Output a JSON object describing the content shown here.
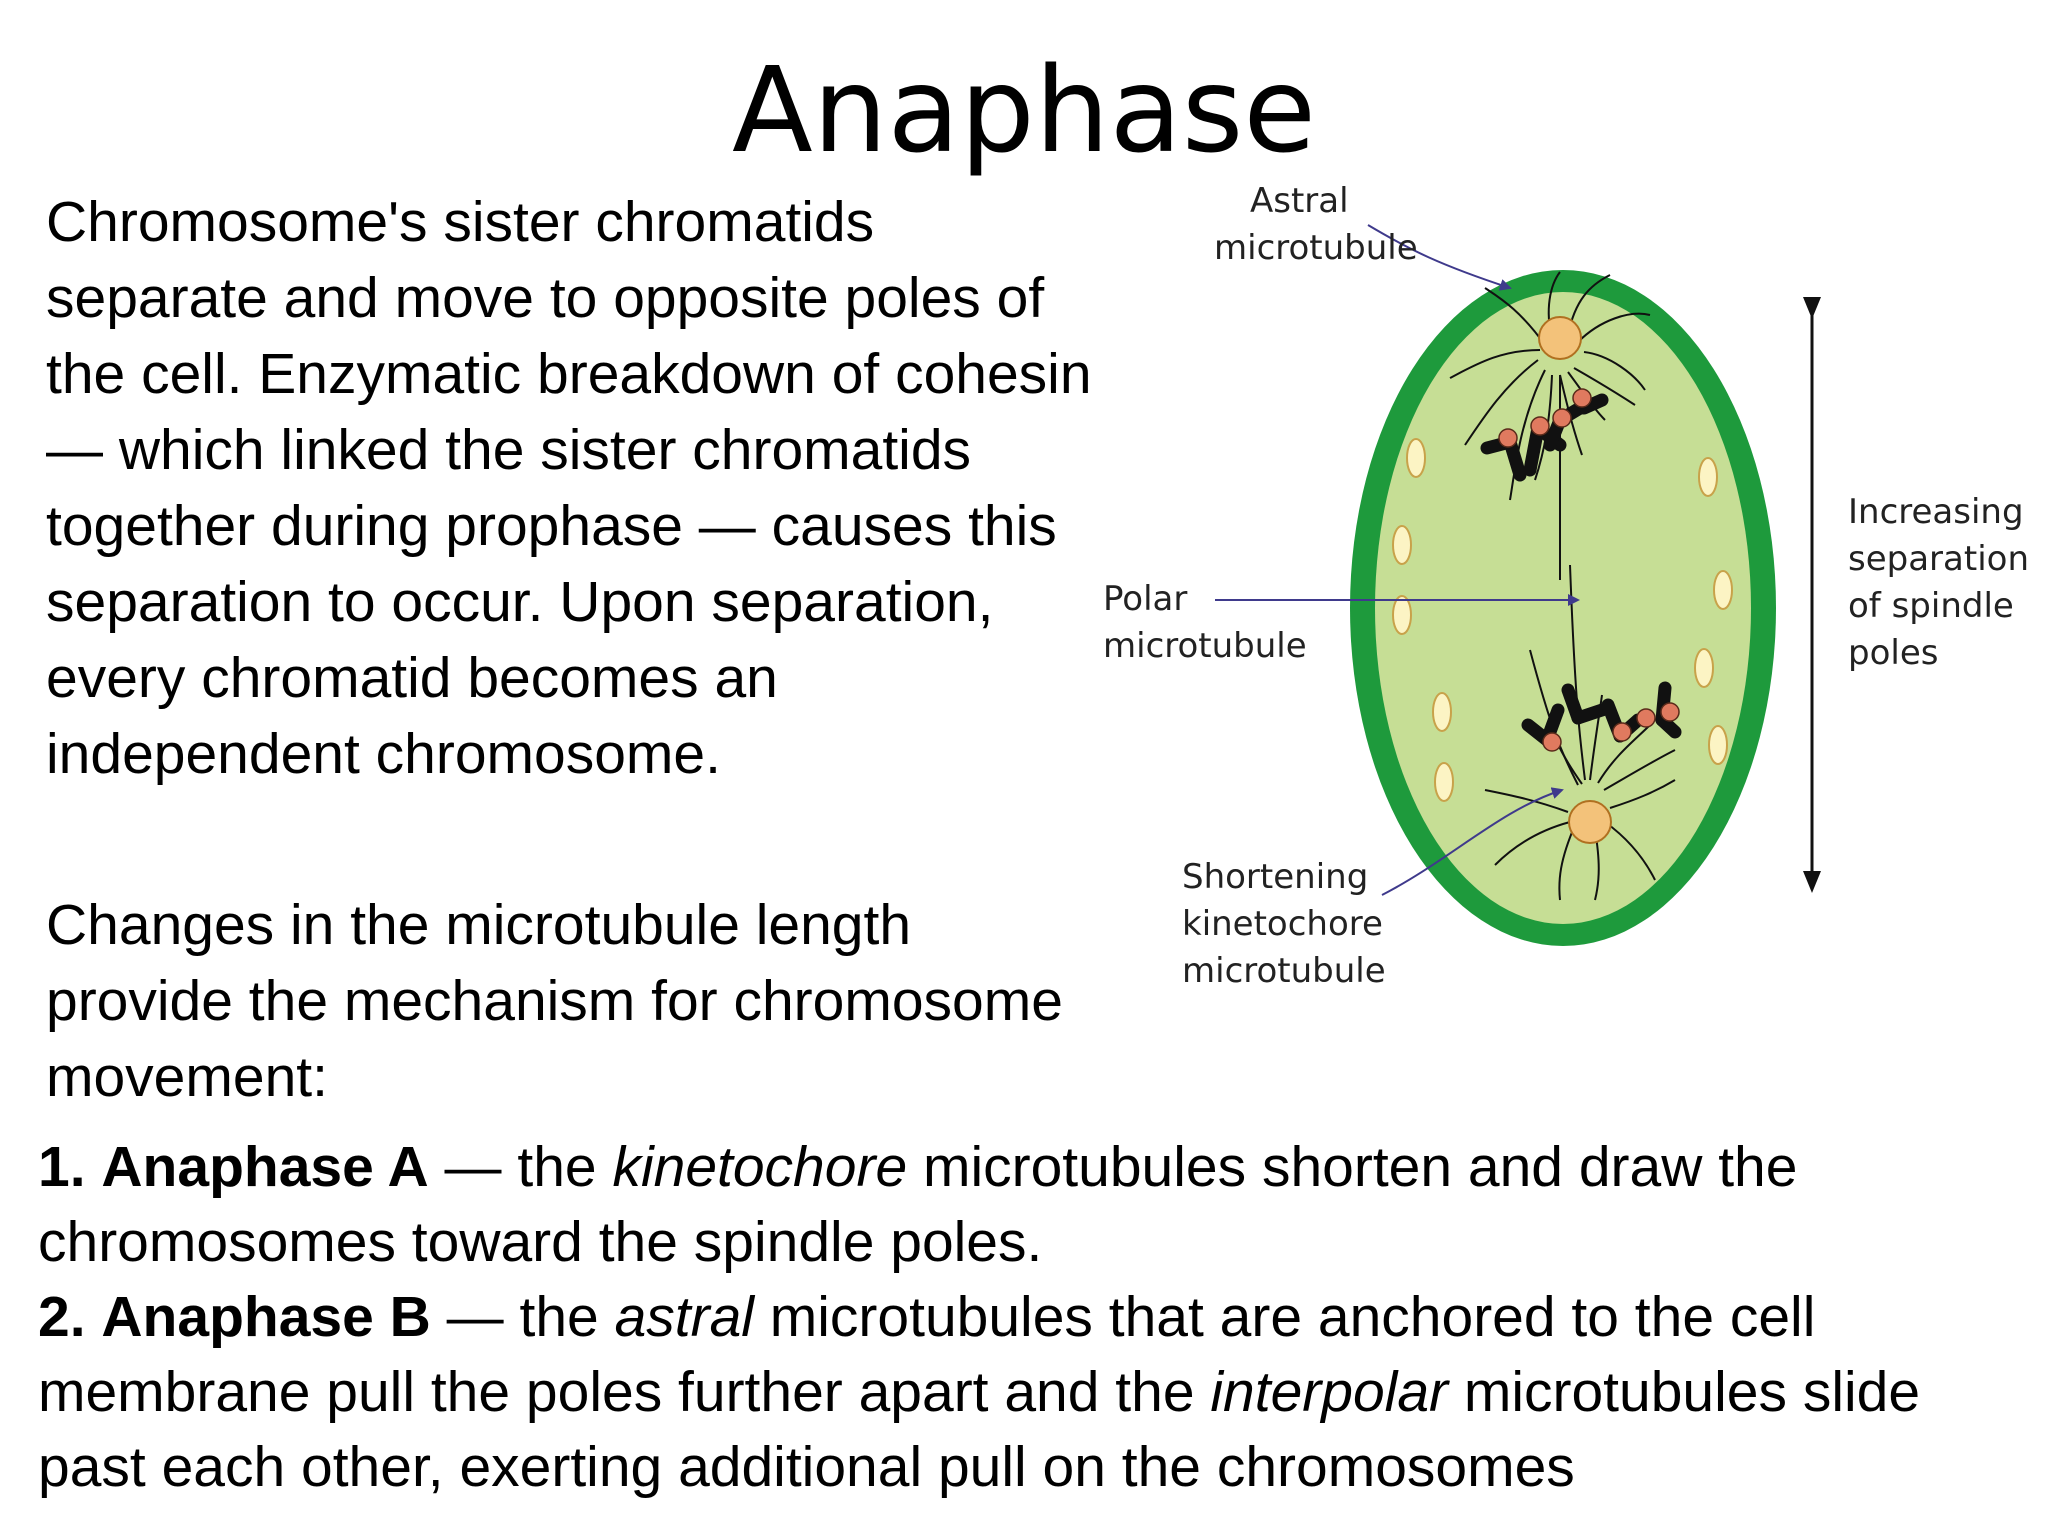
{
  "title": "Anaphase",
  "paragraph1": "Chromosome's sister chromatids separate and move to opposite poles of the cell. Enzymatic breakdown of cohesin — which linked the sister chromatids together during prophase — causes this separation to occur. Upon separation, every chromatid becomes an independent chromosome.",
  "paragraph2": "Changes in the microtubule length provide the mechanism for chromosome movement:",
  "items": [
    {
      "number": "1.",
      "name": "Anaphase A",
      "dash": " — the ",
      "emphasis": "kinetochore",
      "rest": " microtubules shorten and draw the chromosomes toward the spindle poles."
    },
    {
      "number": "2.",
      "name": "Anaphase B",
      "dash": " — the ",
      "emphasis": "astral",
      "middle": " microtubules that are anchored to the cell membrane pull the poles further apart and the ",
      "emphasis2": "interpolar",
      "rest": " microtubules slide past each other, exerting additional pull on the chromosomes"
    }
  ],
  "diagram": {
    "labels": {
      "astral_line1": "Astral",
      "astral_line2": "microtubule",
      "polar_line1": "Polar",
      "polar_line2": "microtubule",
      "shortening_line1": "Shortening",
      "shortening_line2": "kinetochore",
      "shortening_line3": "microtubule",
      "increasing_line1": "Increasing",
      "increasing_line2": "separation",
      "increasing_line3": "of spindle",
      "increasing_line4": "poles"
    },
    "colors": {
      "cell_wall": "#1e9a3c",
      "cytoplasm": "#c6de95",
      "organelle": "#fcf4c4",
      "centrosome": "#f3c27a",
      "kinetochore": "#e07a5f",
      "pointer": "#3f3a8c"
    }
  }
}
